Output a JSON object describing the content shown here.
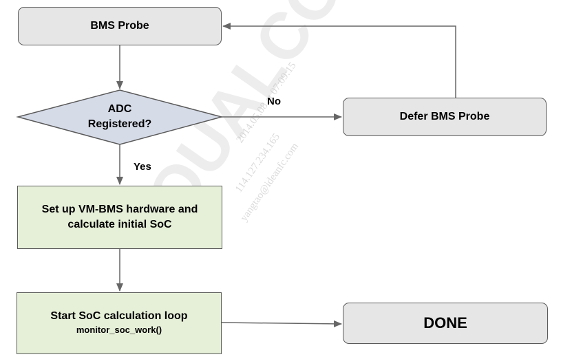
{
  "diagram": {
    "nodes": {
      "bms_probe": "BMS Probe",
      "decision_line1": "ADC",
      "decision_line2": "Registered?",
      "defer": "Defer BMS Probe",
      "setup_line1": "Set up VM-BMS hardware and",
      "setup_line2": "calculate initial SoC",
      "start_line1": "Start SoC calculation loop",
      "start_line2": "monitor_soc_work()",
      "done": "DONE"
    },
    "edges": {
      "no_label": "No",
      "yes_label": "Yes"
    },
    "watermark": {
      "logo": "QUALCOMM",
      "line1": "2014.05.08 at 07:09:15",
      "line2": "114.127.234.165",
      "line3": "yangtao@ideanfc.com"
    },
    "colors": {
      "process_gray": "#e6e6e6",
      "process_green": "#e6efd8",
      "decision_fill": "#d6dbe8",
      "stroke": "#5a5a5a",
      "arrow": "#666666"
    }
  }
}
